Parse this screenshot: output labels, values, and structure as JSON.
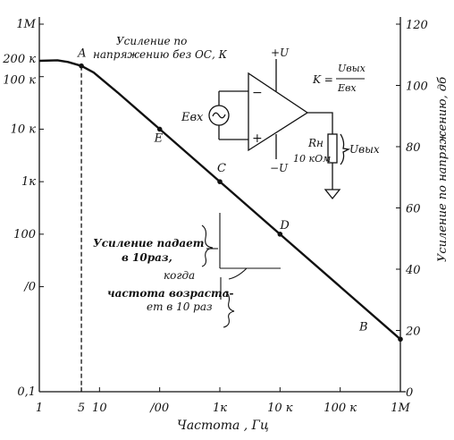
{
  "chart_data": {
    "type": "line",
    "xscale": "log",
    "yscale": "log",
    "xlim": [
      1,
      1000000
    ],
    "ylim_left": [
      0.1,
      1000000
    ],
    "ylim_right_db": [
      0,
      120
    ],
    "xlabel": "Частота , Гц",
    "ylabel_right": "Усиление по напряжению, дб",
    "x_ticks": [
      {
        "v": 1,
        "label": "1"
      },
      {
        "v": 5,
        "label": "5"
      },
      {
        "v": 10,
        "label": "10"
      },
      {
        "v": 100,
        "label": "/00"
      },
      {
        "v": 1000,
        "label": "1к"
      },
      {
        "v": 10000,
        "label": "10 к"
      },
      {
        "v": 100000,
        "label": "100 к"
      },
      {
        "v": 1000000,
        "label": "1М"
      }
    ],
    "y_ticks_left": [
      {
        "v": 0.1,
        "label": "0,1"
      },
      {
        "v": 10,
        "label": "/0"
      },
      {
        "v": 100,
        "label": "100"
      },
      {
        "v": 1000,
        "label": "1к"
      },
      {
        "v": 10000,
        "label": "10 к"
      },
      {
        "v": 100000,
        "label": "100 к"
      },
      {
        "v": 200000,
        "label": "200 к"
      },
      {
        "v": 1000000,
        "label": "1М"
      }
    ],
    "y_ticks_right": [
      {
        "v": 0,
        "label": "0"
      },
      {
        "v": 20,
        "label": "20"
      },
      {
        "v": 40,
        "label": "40"
      },
      {
        "v": 60,
        "label": "60"
      },
      {
        "v": 80,
        "label": "80"
      },
      {
        "v": 100,
        "label": "100"
      },
      {
        "v": 120,
        "label": "120"
      }
    ],
    "series": [
      {
        "points": [
          [
            1,
            200000
          ],
          [
            2,
            205000
          ],
          [
            3,
            190000
          ],
          [
            5,
            160000
          ],
          [
            8,
            120000
          ],
          [
            20,
            50000
          ],
          [
            100,
            10000
          ],
          [
            1000,
            1000
          ],
          [
            10000,
            100
          ],
          [
            1000000,
            1
          ]
        ]
      }
    ],
    "points": [
      {
        "label": "A",
        "x": 5,
        "y": 160000
      },
      {
        "label": "E",
        "x": 100,
        "y": 10000
      },
      {
        "label": "C",
        "x": 1000,
        "y": 1000
      },
      {
        "label": "D",
        "x": 10000,
        "y": 100
      },
      {
        "label": "B",
        "x": 1000000,
        "y": 1
      }
    ],
    "annotations": {
      "open_loop": [
        "Усиление по",
        "напряжению без ОС, К"
      ],
      "drop_1": "Усиление падает",
      "drop_2": "в 10раз,",
      "when": "когда",
      "freq_1": "частота возраста-",
      "freq_2": "ет в 10 раз"
    },
    "circuit": {
      "plus_u": "+U",
      "minus_u": "−U",
      "source": "Eвх",
      "load": "Rн",
      "load_value": "10 кОм",
      "output": "Uвых",
      "gain_lhs": "K =",
      "gain_num": "Uвых",
      "gain_den": "Eвх",
      "minus_sign": "−",
      "plus_sign": "+"
    }
  }
}
